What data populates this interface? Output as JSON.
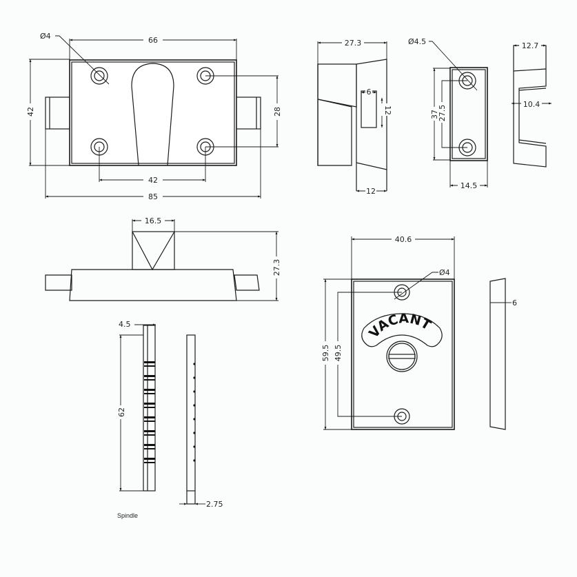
{
  "drawing": {
    "title": "Bathroom indicator bolt lock technical drawing",
    "background": "#fbfdfd",
    "line_color": "#1a1a1a",
    "views": {
      "front_view": {
        "labels": {
          "hole_dia": "Ø4",
          "plate_width": "66",
          "height": "42",
          "hole_v_spacing": "28",
          "hole_h_spacing": "42",
          "overall_width": "85"
        }
      },
      "side_view": {
        "labels": {
          "depth": "27.3",
          "slot_width": "6",
          "slot_height": "12",
          "bolt_depth": "12"
        }
      },
      "keep_front": {
        "labels": {
          "hole_dia": "Ø4.5",
          "height": "37",
          "hole_spacing": "27.5",
          "width": "14.5"
        }
      },
      "keep_side": {
        "labels": {
          "depth": "12.7",
          "inner": "10.4"
        }
      },
      "top_view": {
        "labels": {
          "knob_width": "16.5",
          "height": "27.3"
        }
      },
      "indicator_front": {
        "labels": {
          "width": "40.6",
          "hole_dia": "Ø4",
          "height": "59.5",
          "hole_spacing": "49.5",
          "indicator_text": "VACANT"
        }
      },
      "indicator_side": {
        "labels": {
          "thickness": "6"
        }
      },
      "spindle": {
        "caption": "Spindle",
        "labels": {
          "width": "4.5",
          "length": "62",
          "thickness": "2.75"
        }
      }
    }
  }
}
